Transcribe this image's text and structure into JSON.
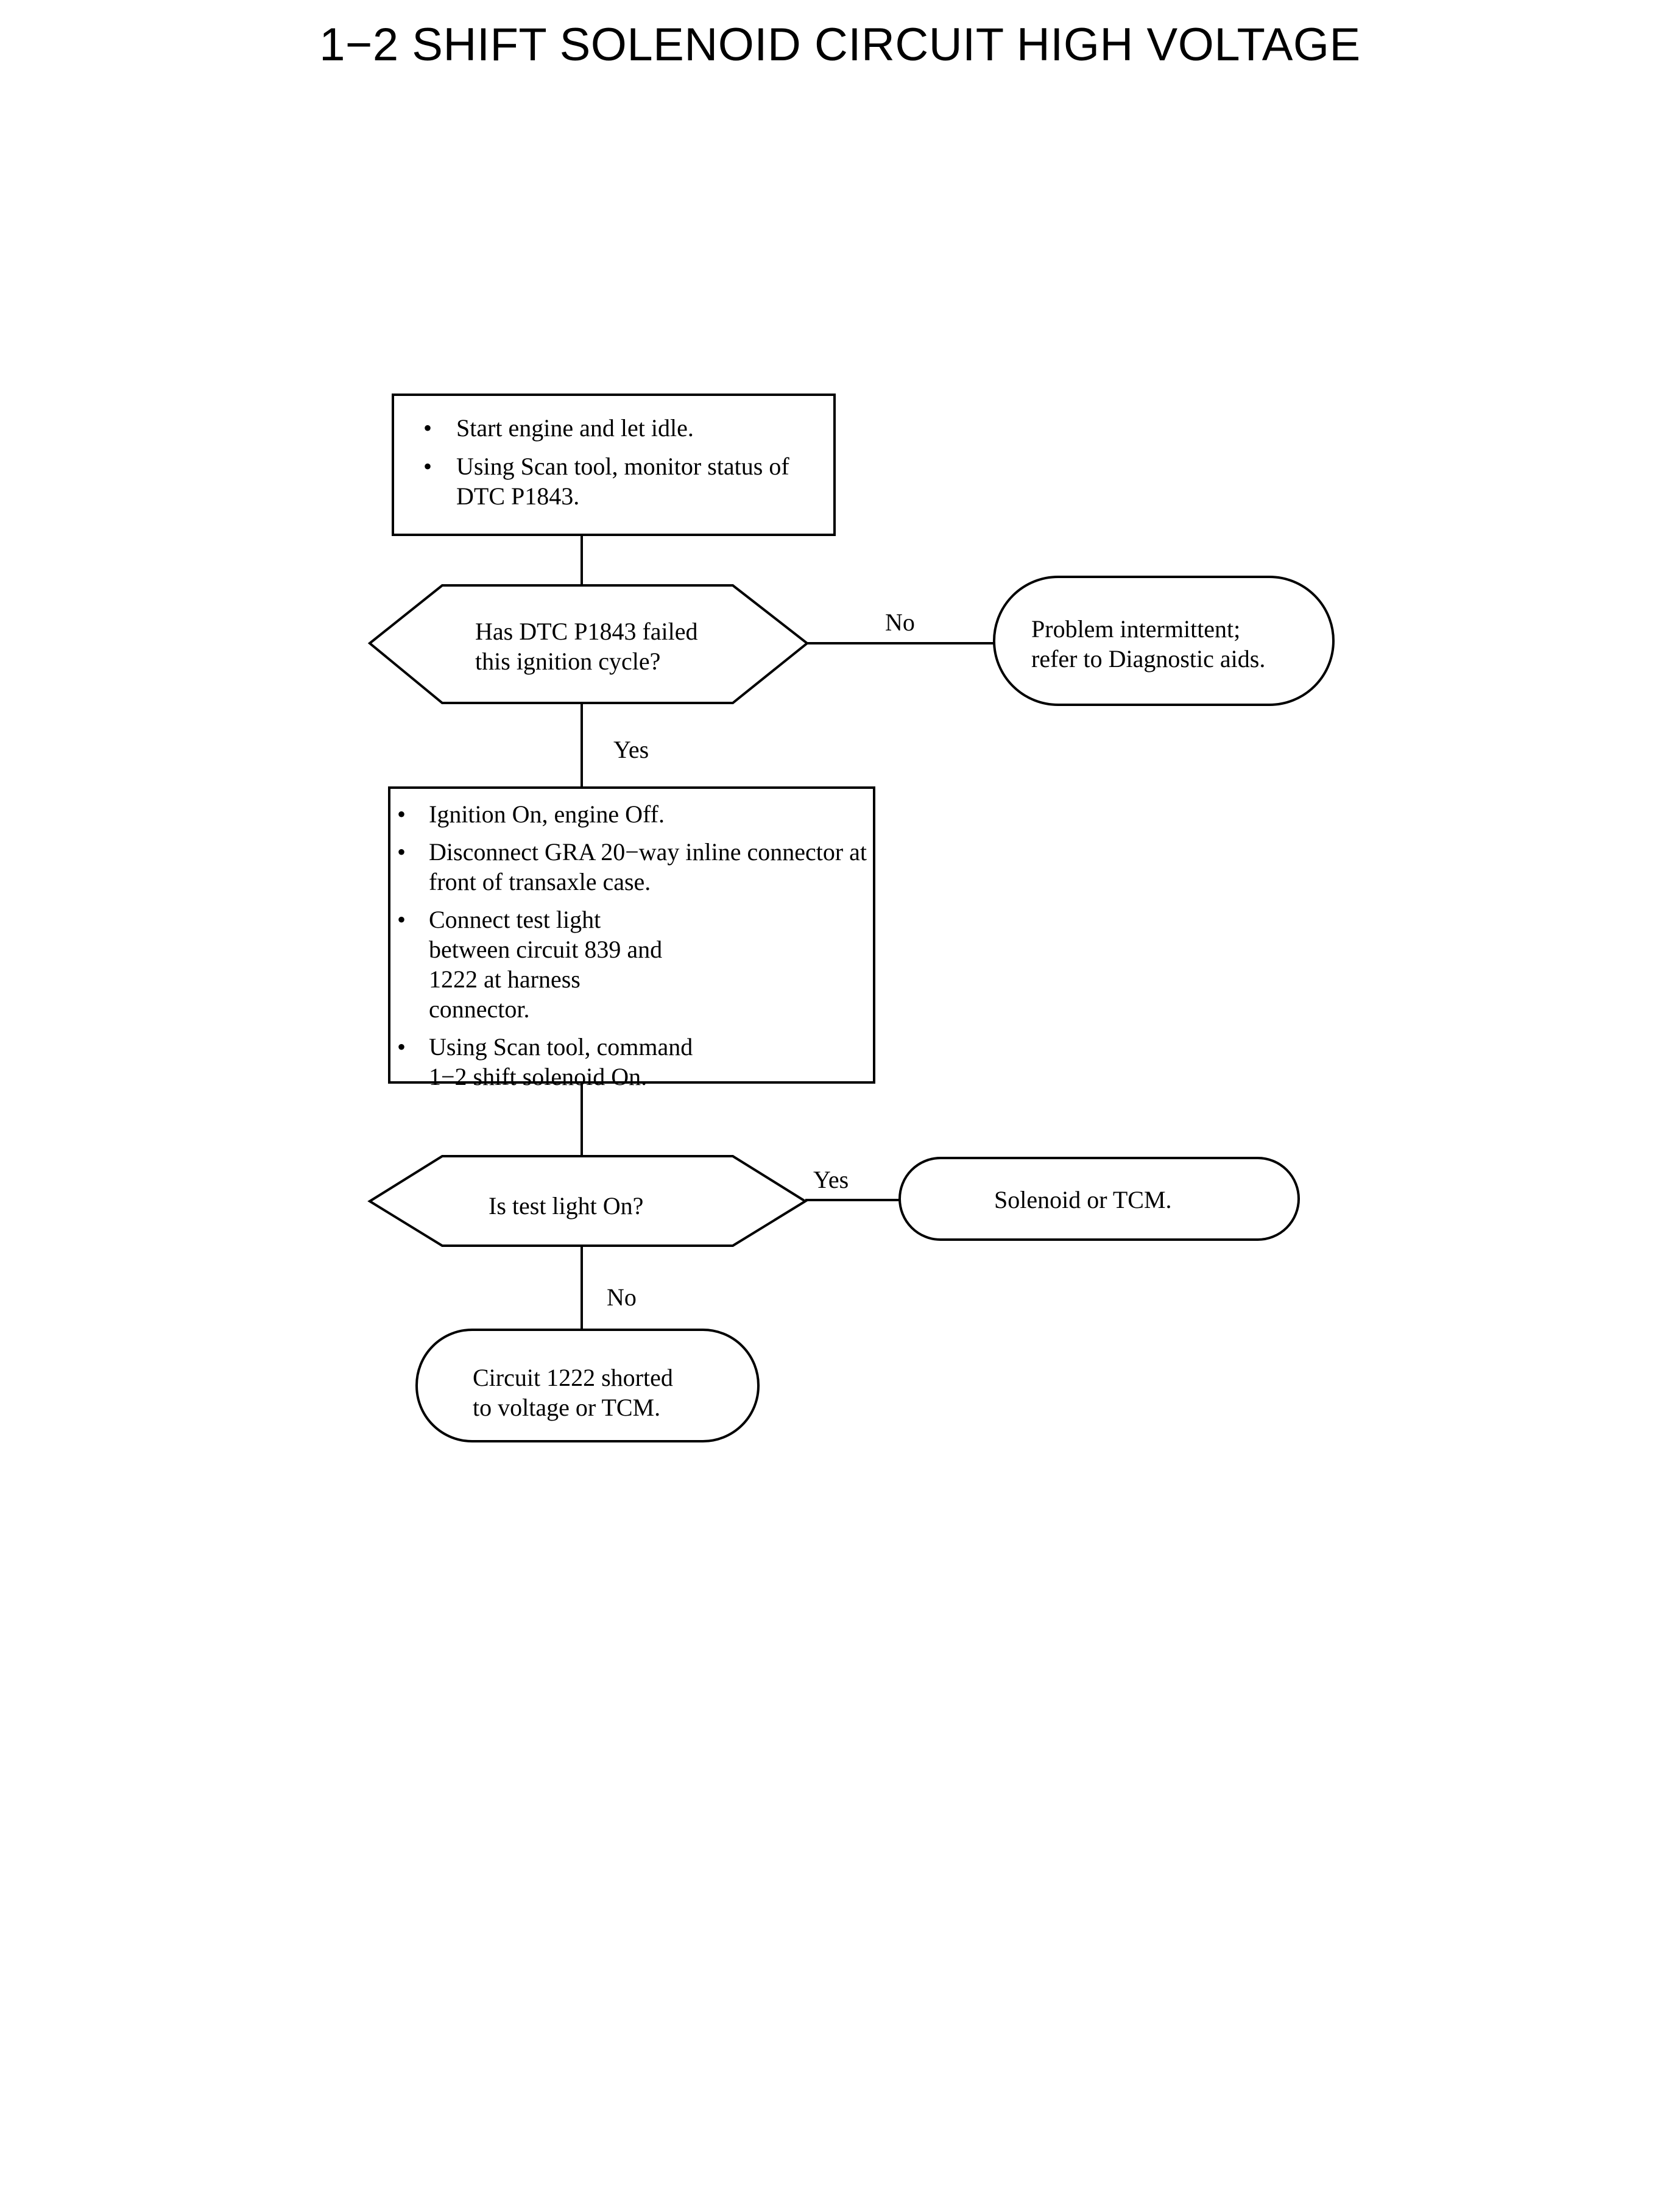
{
  "title": "1−2 SHIFT SOLENOID CIRCUIT HIGH VOLTAGE",
  "step1": {
    "items": [
      "Start engine and let idle.",
      "Using Scan tool, monitor status of DTC P1843."
    ]
  },
  "decision1": {
    "question_line1": "Has DTC P1843 failed",
    "question_line2": "this ignition cycle?",
    "no_label": "No",
    "yes_label": "Yes"
  },
  "result_intermittent": {
    "line1": "Problem intermittent;",
    "line2": "refer to Diagnostic aids."
  },
  "step2": {
    "items": [
      "Ignition On, engine Off.",
      "Disconnect GRA 20−way inline connector at front of transaxle case.",
      "Connect test light between circuit 839 and 1222 at harness connector.",
      "Using Scan tool, command 1−2 shift solenoid On."
    ]
  },
  "decision2": {
    "question": "Is test light On?",
    "yes_label": "Yes",
    "no_label": "No"
  },
  "result_solenoid": {
    "text": "Solenoid or TCM."
  },
  "result_circuit": {
    "line1": "Circuit 1222 shorted",
    "line2": "to voltage or TCM."
  }
}
